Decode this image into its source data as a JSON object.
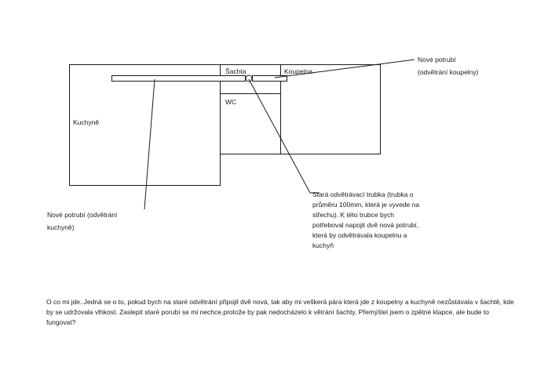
{
  "labels": {
    "kuchyne": "Kuchyně",
    "sachta": "Šachta",
    "koupelna": "Koupelna",
    "wc": "WC"
  },
  "annotations": {
    "new_pipe_bathroom": [
      "Nové potrubí",
      "(odvětrání koupelny)"
    ],
    "new_pipe_kitchen": [
      "Nové potrubí (odvětrání",
      "kuchyně)"
    ],
    "old_pipe": [
      "Stará odvětrávací trubka (trubka o",
      "průměru 100mm, která je vyvede na",
      "střechu). K této trubce bych",
      "potřeboval napojit dvě nová potrubí,",
      "která by odvětrávala koupelnu a",
      "kuchyň"
    ]
  },
  "question": "O co mi jde..Jedná se o to, pokud bych na staré odvětrání připojil dvě nová, tak aby mi veškerá pára která jde z koupelny a kuchyně nezůstávala v šachtě, kde by se udržovala vlhkost. Zaslepit staré porubí se mi nechce,protože by pak nedocházelo k větrání šachty. Přemýšlel jsem o zpětné klapce, ale bude to fungovat?"
}
